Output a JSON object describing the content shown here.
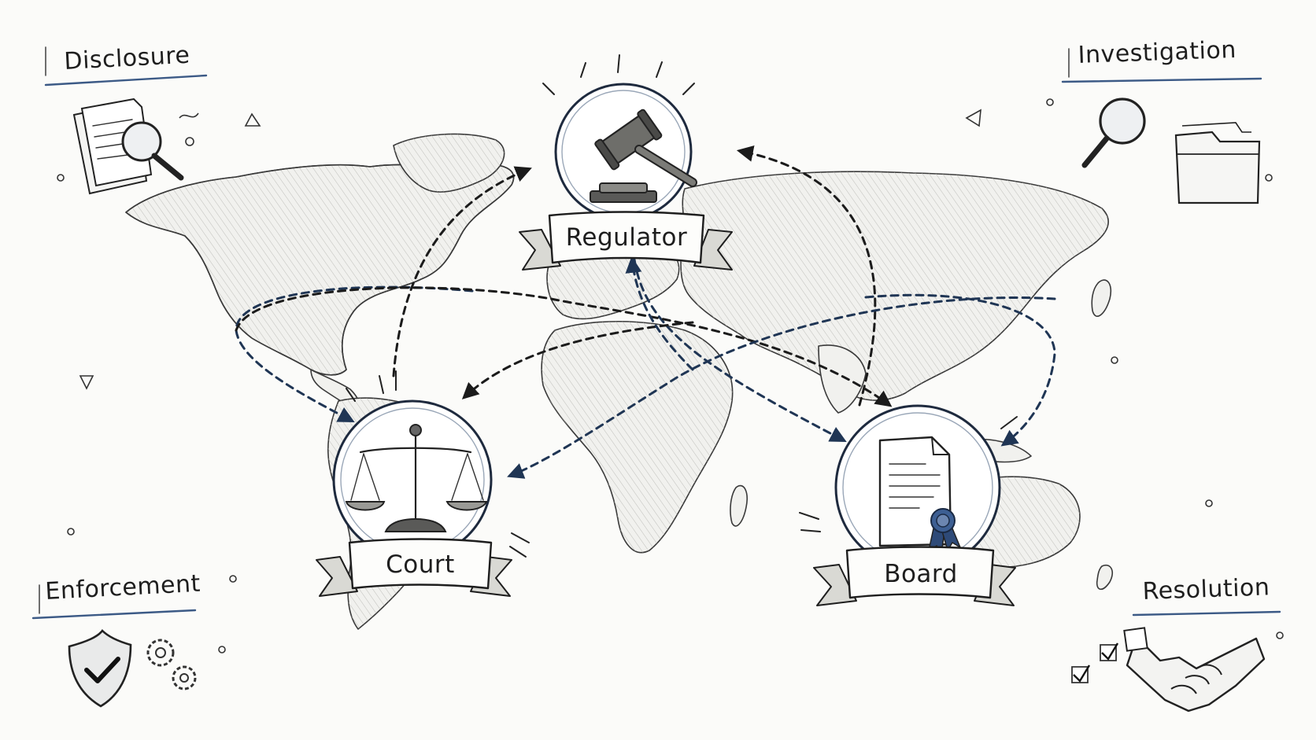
{
  "labels": {
    "disclosure": "Disclosure",
    "investigation": "Investigation",
    "enforcement": "Enforcement",
    "resolution": "Resolution"
  },
  "nodes": {
    "regulator": "Regulator",
    "court": "Court",
    "board": "Board"
  },
  "colors": {
    "ink": "#1e1e1e",
    "accent_navy": "#1f3554",
    "underline_blue": "#3c5a86",
    "paper": "#fbfbf9"
  },
  "icons": {
    "disclosure": "document-magnifier-icon",
    "investigation": "magnifier-folder-icon",
    "enforcement": "shield-check-gears-icon",
    "resolution": "handshake-checkbox-icon",
    "regulator": "gavel-icon",
    "court": "scales-icon",
    "board": "certificate-seal-icon"
  }
}
